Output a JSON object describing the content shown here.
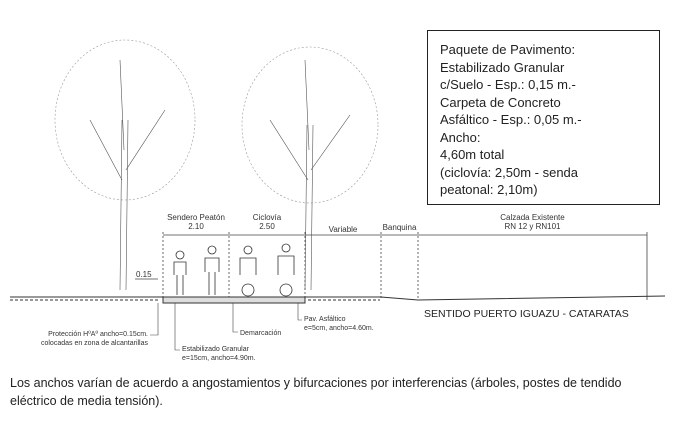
{
  "info_box": {
    "lines": [
      "Paquete de Pavimento:",
      "Estabilizado Granular",
      "c/Suelo - Esp.: 0,15 m.-",
      "Carpeta de Concreto",
      "Asfáltico - Esp.: 0,05 m.-",
      "Ancho:",
      "4,60m total",
      "(ciclovía: 2,50m - senda",
      "peatonal: 2,10m)"
    ]
  },
  "dimensions": {
    "sendero": "Sendero Peatón",
    "sendero_w": "2.10",
    "ciclovia": "Ciclovía",
    "ciclovia_w": "2.50",
    "variable": "Variable",
    "banquina": "Banquina",
    "calzada": "Calzada Existente",
    "calzada_sub": "RN 12 y RN101",
    "small": "0.15"
  },
  "annotations": {
    "proteccion1": "Protección HºAº ancho=0.15cm.",
    "proteccion2": "colocadas en zona de alcantarillas",
    "estab1": "Estabilizado Granular",
    "estab2": "e=15cm, ancho=4.90m.",
    "demarcacion": "Demarcación",
    "pav1": "Pav. Asfáltico",
    "pav2": "e=5cm, ancho=4.60m."
  },
  "direction": "SENTIDO PUERTO IGUAZU  - CATARATAS",
  "note": "Los anchos varían de acuerdo a angostamientos y bifurcaciones por interferencias (árboles, postes de tendido eléctrico de media tensión)."
}
